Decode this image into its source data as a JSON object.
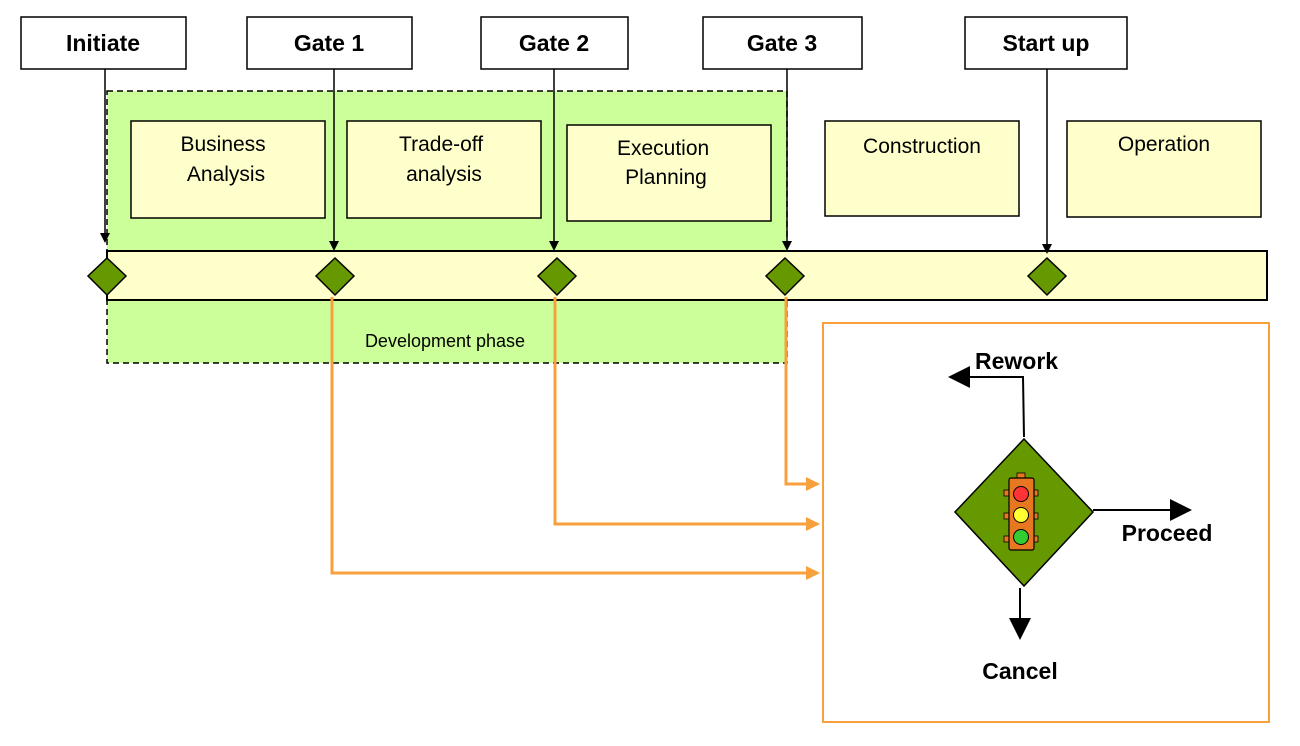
{
  "gates": [
    {
      "label": "Initiate"
    },
    {
      "label": "Gate 1"
    },
    {
      "label": "Gate 2"
    },
    {
      "label": "Gate 3"
    },
    {
      "label": "Start up"
    }
  ],
  "phases": [
    {
      "lines": [
        "Business",
        "Analysis"
      ]
    },
    {
      "lines": [
        "Trade-off",
        "analysis"
      ]
    },
    {
      "lines": [
        "Execution",
        "Planning"
      ]
    },
    {
      "lines": [
        "Construction"
      ]
    },
    {
      "lines": [
        "Operation"
      ]
    }
  ],
  "development_phase_label": "Development phase",
  "decision": {
    "rework": "Rework",
    "proceed": "Proceed",
    "cancel": "Cancel"
  },
  "colors": {
    "dev_area": "#ccff99",
    "timeline_fill": "#ffffcc",
    "phase_fill": "#ffffcc",
    "milestone": "#669900",
    "orange": "#f7a03c",
    "panel_border": "#f7a03c",
    "light_red": "#ff3333",
    "light_yellow": "#ffff33",
    "light_green": "#33cc33",
    "light_body": "#e87722"
  },
  "icons": [
    "milestone-diamond-icon",
    "traffic-light-icon"
  ]
}
